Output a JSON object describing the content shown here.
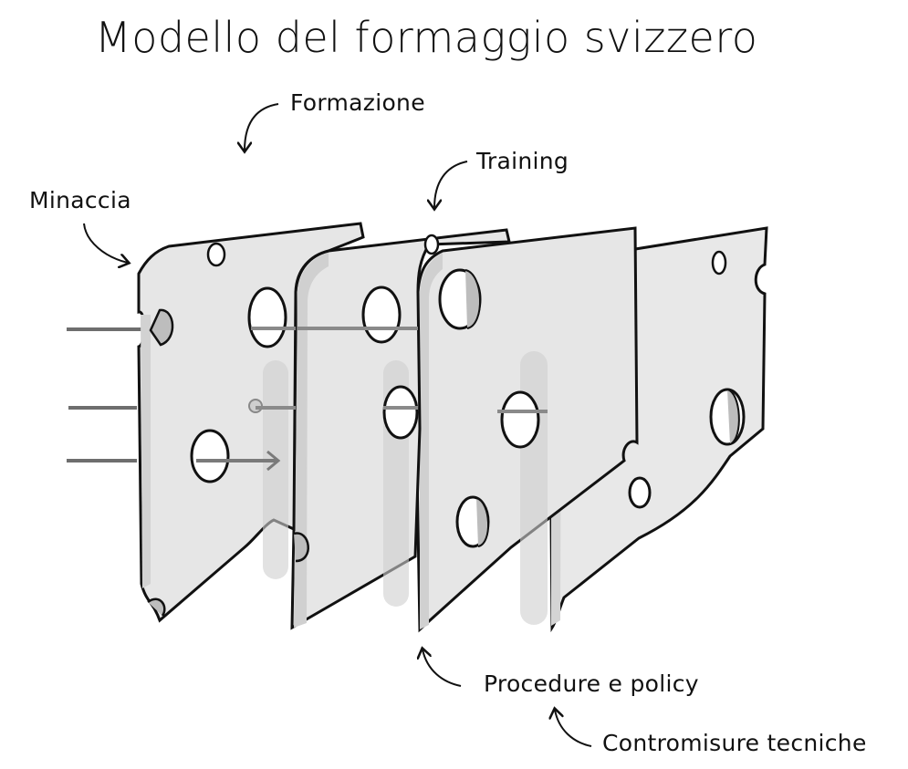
{
  "title": "Modello del formaggio svizzero",
  "labels": {
    "threat": "Minaccia",
    "formazione": "Formazione",
    "training": "Training",
    "procedure": "Procedure e policy",
    "contromisure": "Contromisure tecniche"
  },
  "layers": [
    {
      "name": "Formazione"
    },
    {
      "name": "Training"
    },
    {
      "name": "Procedure e policy"
    },
    {
      "name": "Contromisure tecniche"
    }
  ],
  "colors": {
    "slice_fill": "#e8e8e8",
    "slice_edge": "#cfcfcf",
    "hole_inner": "#bdbdbd",
    "outline": "#111111",
    "arrow": "#6e6e6e"
  }
}
